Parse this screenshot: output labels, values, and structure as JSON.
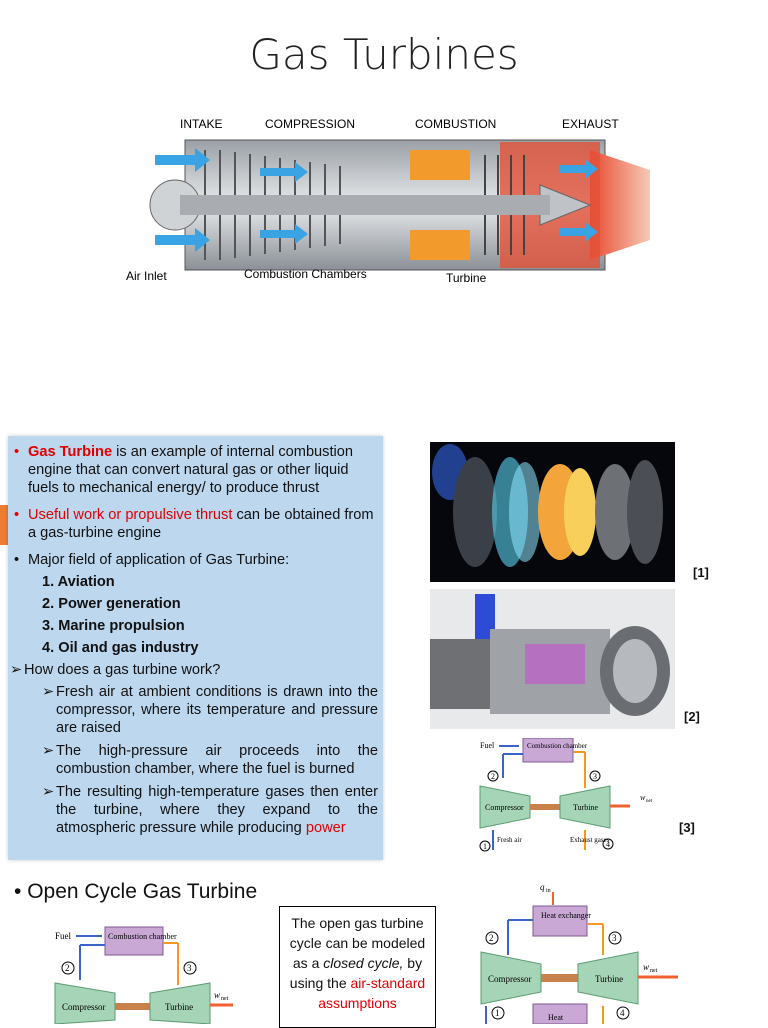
{
  "slide1": {
    "title": "Gas Turbines",
    "engine_labels": {
      "intake": "INTAKE",
      "compression": "COMPRESSION",
      "combustion": "COMBUSTION",
      "exhaust": "EXHAUST",
      "air_inlet": "Air Inlet",
      "combustion_chambers": "Combustion Chambers",
      "turbine": "Turbine"
    }
  },
  "slide2": {
    "bullet1_red": "Gas Turbine",
    "bullet1_rest": " is an example of internal combustion engine that can convert natural gas or other liquid fuels to mechanical energy/ to produce thrust",
    "bullet2_red": "Useful work or propulsive thrust",
    "bullet2_rest": " can be obtained from a gas-turbine engine",
    "bullet3": "Major field of application of Gas Turbine:",
    "fields": [
      "1.  Aviation",
      "2.   Power generation",
      "3.   Marine propulsion",
      "4.   Oil and gas industry"
    ],
    "q": "How does a gas turbine work?",
    "steps": [
      "Fresh air at ambient conditions is drawn into the compressor, where its temperature and pressure are raised",
      "The high-pressure air proceeds into the combustion chamber, where the fuel is burned",
      "The resulting high-temperature gases then enter the turbine, where they expand to the atmospheric pressure while producing"
    ],
    "steps_last_red": "power",
    "refs": [
      "[1]",
      "[2]",
      "[3]"
    ],
    "diagram": {
      "fuel": "Fuel",
      "combustion_chamber": "Combustion chamber",
      "compressor": "Compressor",
      "turbine": "Turbine",
      "wnet": "w",
      "wnet_sub": "net",
      "fresh_air": "Fresh air",
      "exhaust_gases": "Exhaust gases",
      "n1": "1",
      "n2": "2",
      "n3": "3",
      "n4": "4"
    }
  },
  "slide3": {
    "heading": "Open Cycle Gas Turbine",
    "box_line1": "The open gas turbine cycle  can be modeled as a ",
    "box_italic1": "closed cycle,",
    "box_line2": "  by using the ",
    "box_red": "air-standard assumptions",
    "left_diagram": {
      "fuel": "Fuel",
      "combustion_chamber": "Combustion chamber",
      "compressor": "Compressor",
      "turbine": "Turbine",
      "wnet": "w",
      "wnet_sub": "net",
      "n2": "2",
      "n3": "3"
    },
    "right_diagram": {
      "qin": "q",
      "qin_sub": "in",
      "heat_exchanger": "Heat exchanger",
      "compressor": "Compressor",
      "turbine": "Turbine",
      "wnet": "w",
      "wnet_sub": "net",
      "heat": "Heat",
      "n1": "1",
      "n2": "2",
      "n3": "3",
      "n4": "4"
    }
  }
}
